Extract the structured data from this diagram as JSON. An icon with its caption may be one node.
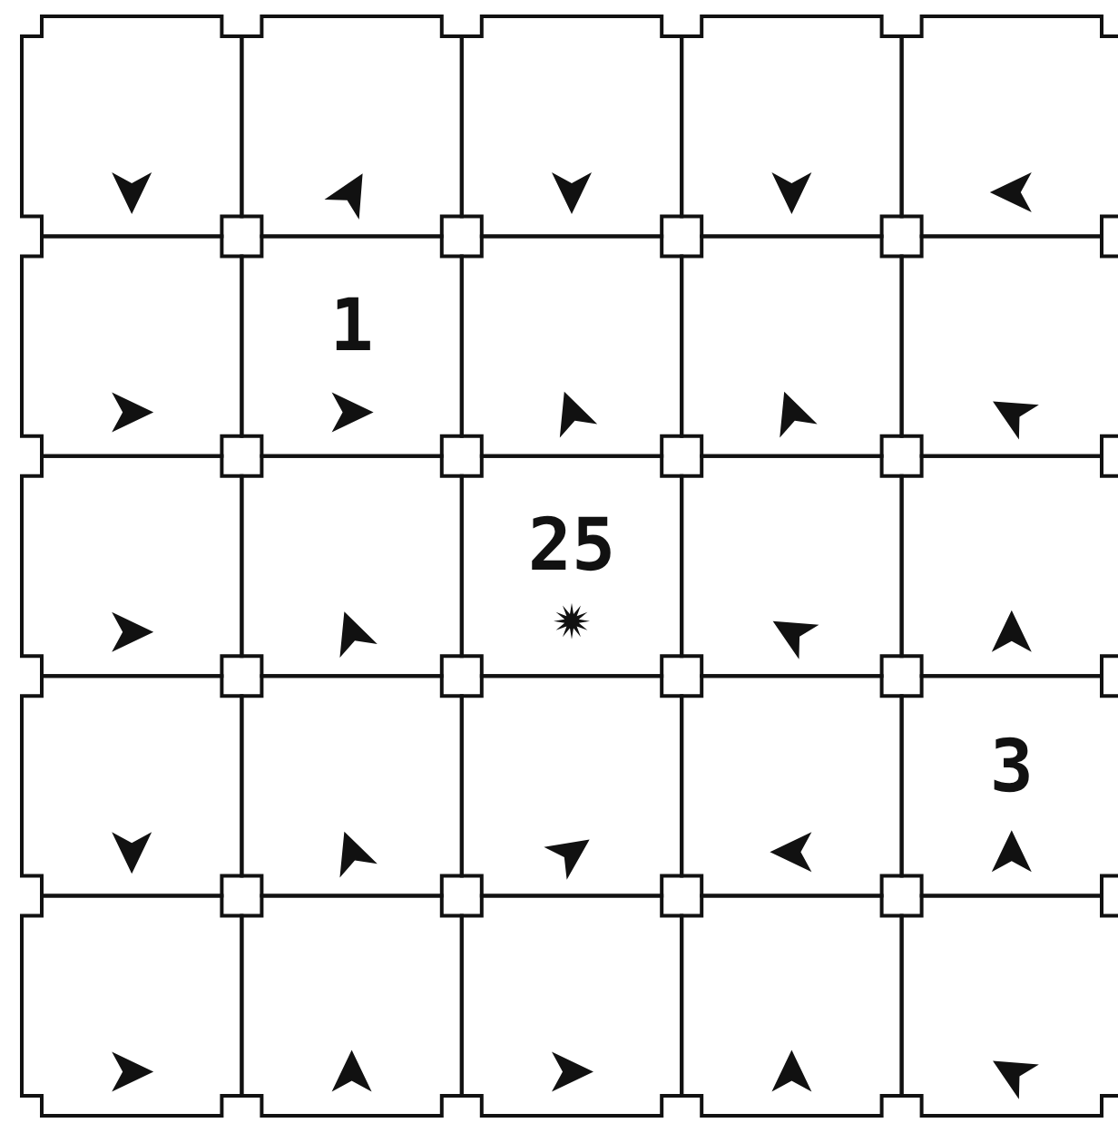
{
  "diagram": {
    "labels": [
      "1",
      "25",
      "3"
    ]
  }
}
